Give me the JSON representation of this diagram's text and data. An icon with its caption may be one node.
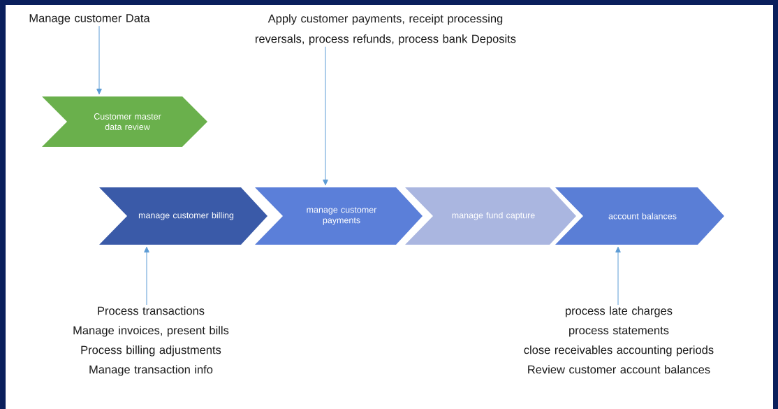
{
  "diagram": {
    "nodes": [
      {
        "text": [
          "Manage customer Data"
        ]
      },
      {
        "text": [
          "Customer master data review"
        ]
      },
      {
        "text": [
          "Apply customer payments, receipt processing reversals, process refunds, process bank Deposits"
        ]
      },
      {
        "text": [
          "manage customer billing"
        ]
      },
      {
        "text": [
          "manage customer payments"
        ]
      },
      {
        "text": [
          "manage fund capture"
        ]
      },
      {
        "text": [
          "account balances"
        ]
      },
      {
        "text": [
          "Process transactions",
          "Manage invoices, present bills",
          "Process billing adjustments",
          "Manage transaction info"
        ]
      },
      {
        "text": [
          "process late charges",
          "process statements",
          "close receivables accounting periods",
          "Review customer account balances"
        ]
      }
    ],
    "edges": [
      {
        "from": 0,
        "to": 1,
        "arrow": "to"
      },
      {
        "from": 2,
        "to": 4,
        "arrow": "to"
      },
      {
        "from": 7,
        "to": 3,
        "arrow": "to"
      },
      {
        "from": 8,
        "to": 6,
        "arrow": "to"
      }
    ]
  }
}
